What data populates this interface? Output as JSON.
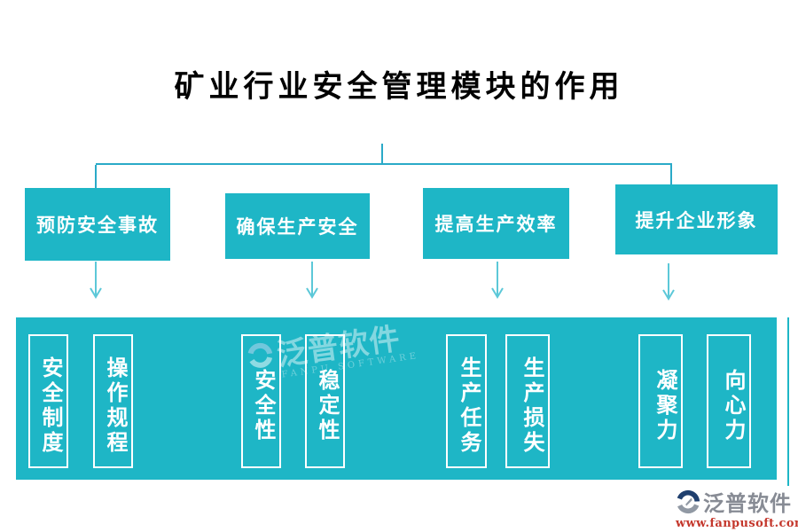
{
  "title": "矿业行业安全管理模块的作用",
  "top_boxes": [
    {
      "label": "预防安全事故"
    },
    {
      "label": "确保生产安全"
    },
    {
      "label": "提高生产效率"
    },
    {
      "label": "提升企业形象"
    }
  ],
  "band_items": [
    {
      "label": "安全制度"
    },
    {
      "label": "操作规程"
    },
    {
      "label": "安全性"
    },
    {
      "label": "稳定性"
    },
    {
      "label": "生产任务"
    },
    {
      "label": "生产损失"
    },
    {
      "label": "凝聚力"
    },
    {
      "label": "向心力"
    }
  ],
  "watermark": {
    "brand": "泛普软件",
    "brand_en": "FANPU SOFTWARE"
  },
  "footer": {
    "brand": "泛普软件",
    "url": "www.fanpusoft.com"
  },
  "icons": {
    "down_arrow": "↓",
    "brand_logo": "fanpu-circle-logo"
  },
  "colors": {
    "teal": "#1eb6c6",
    "line": "#2aaac8",
    "arrow": "#5cc8d8",
    "footer_brand": "#878b94",
    "footer_url": "#c4372c",
    "logo_navy": "#1f3f6e",
    "logo_gray": "#9199a4"
  }
}
